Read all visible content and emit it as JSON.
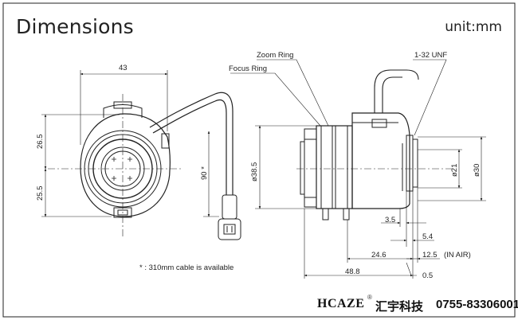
{
  "header": {
    "title": "Dimensions",
    "unit": "unit:mm"
  },
  "labels": {
    "zoom_ring": "Zoom Ring",
    "focus_ring": "Focus Ring",
    "mount": "1-32 UNF",
    "in_air": "(IN AIR)",
    "cable_note": "* : 310mm cable is available"
  },
  "dimensions": {
    "front_width": "43",
    "upper_height": "26.5",
    "lower_height": "25.5",
    "cable_length": "90 *",
    "body_diameter": "ø38.5",
    "back_diameter_small": "ø21",
    "back_diameter_large": "ø30",
    "d_3_5": "3.5",
    "d_5_4": "5.4",
    "d_12_5": "12.5",
    "d_24_6": "24.6",
    "d_48_8": "48.8",
    "d_0_5": "0.5"
  },
  "footer": {
    "brand": "HCAZE",
    "brand_mark": "®",
    "company": "汇宇科技",
    "phone": "0755-83306001"
  }
}
